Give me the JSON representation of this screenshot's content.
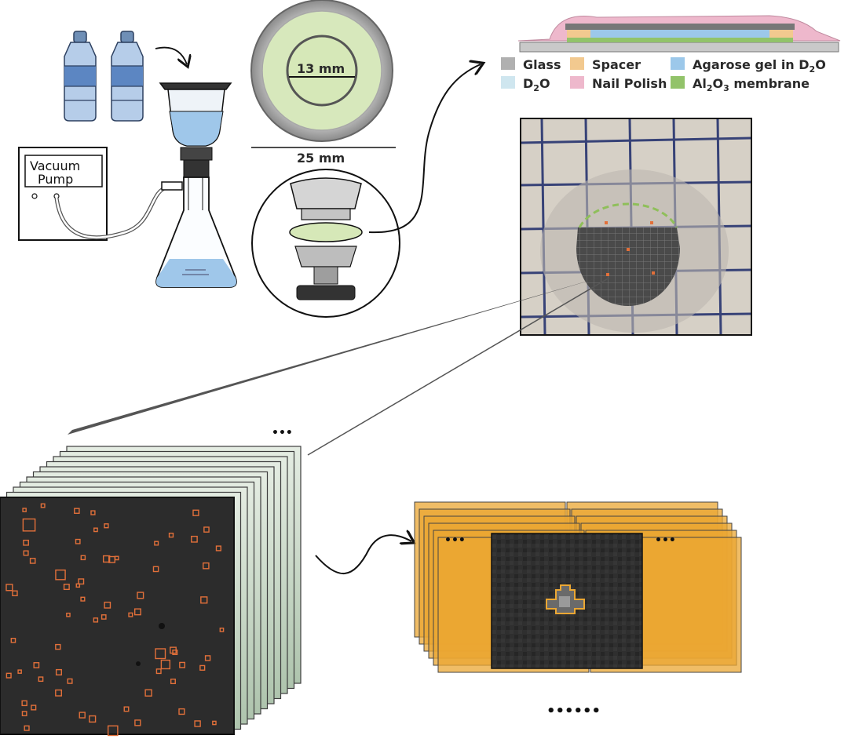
{
  "vacuum_pump": {
    "line1": "Vacuum",
    "line2": "Pump"
  },
  "filter_disc": {
    "inner_label": "13 mm",
    "outer_label": "25 mm"
  },
  "legend": {
    "items": [
      {
        "key": "glass",
        "label": "Glass",
        "color": "#b0b0b0"
      },
      {
        "key": "spacer",
        "label": "Spacer",
        "color": "#f2c98f"
      },
      {
        "key": "agarose",
        "label": "Agarose gel in D",
        "sub": "2",
        "tail": "O",
        "color": "#9cc8ea"
      },
      {
        "key": "d2o",
        "label": "D",
        "sub": "2",
        "tail": "O",
        "color": "#cfe6ef"
      },
      {
        "key": "nail",
        "label": "Nail Polish",
        "color": "#eeb8cc"
      },
      {
        "key": "membrane",
        "label": "Al",
        "sub": "2",
        "mid": "O",
        "sub2": "3",
        "tail": " membrane",
        "color": "#92c36a"
      }
    ]
  },
  "ellipsis": {
    "stack": "•••",
    "crop_left": "•••",
    "crop_right": "•••",
    "bottom": "••••••"
  },
  "colors": {
    "orange_box": "#e2703a",
    "crop_orange": "#eba733",
    "stack_green": "#c5d5c4",
    "water_blue": "#9fc7ea",
    "membrane_green": "#d6e8b8",
    "dark_image": "#2c2c2c"
  }
}
